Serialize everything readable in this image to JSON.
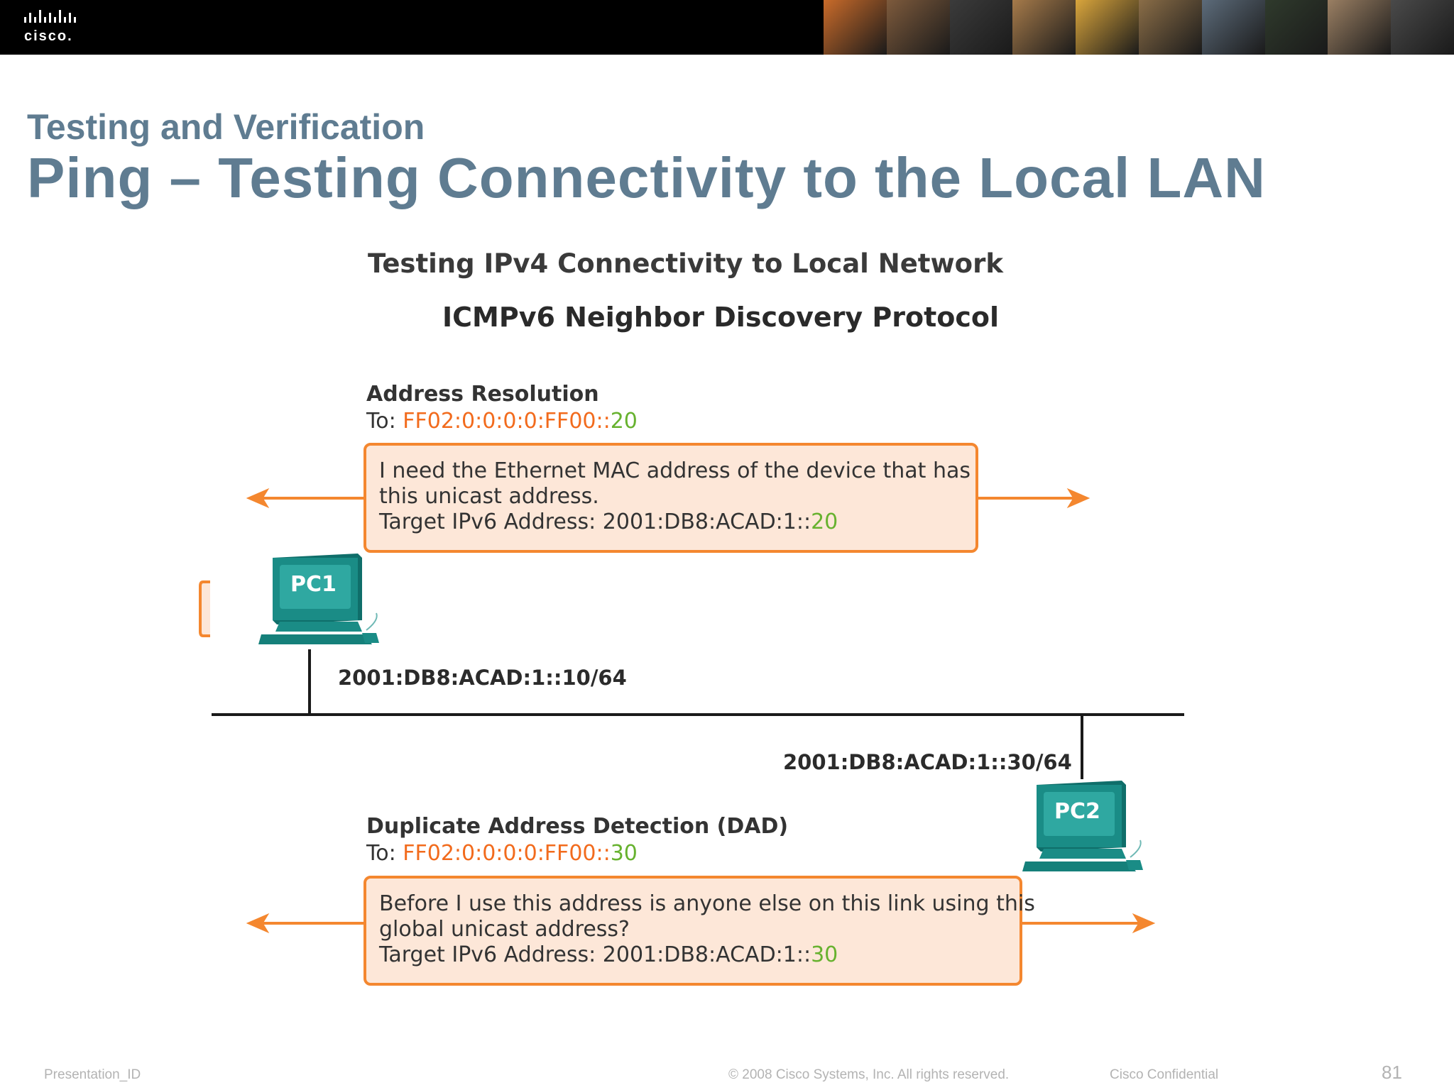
{
  "header": {
    "logo_text": "cisco.",
    "photo_colors": [
      "#c96b2a",
      "#7d5a3c",
      "#3b3b3b",
      "#a57a4a",
      "#d9a53c",
      "#8a6d47",
      "#5c6b7a",
      "#2f3a2c",
      "#9a7f63",
      "#4a4a4a"
    ]
  },
  "slide": {
    "subtitle": "Testing and Verification",
    "title": "Ping – Testing Connectivity to the Local LAN"
  },
  "diagram": {
    "title": "Testing IPv4 Connectivity to Local Network",
    "subtitle": "ICMPv6 Neighbor Discovery Protocol",
    "address_resolution": {
      "heading": "Address Resolution",
      "to_prefix": "To: ",
      "to_orange": "FF02:0:0:0:0:FF00",
      "to_sep": "::",
      "to_green": "20",
      "line1": "I need the Ethernet MAC address of the device that has",
      "line2": "this unicast address.",
      "line3_prefix": "Target IPv6 Address: 2001:DB8:ACAD:1::",
      "line3_green": "20"
    },
    "dad": {
      "heading": "Duplicate Address Detection (DAD)",
      "to_prefix": "To: ",
      "to_orange": "FF02:0:0:0:0:FF00",
      "to_sep": "::",
      "to_green": "30",
      "line1": "Before I use this address is anyone else on this link using this",
      "line2": "global unicast address?",
      "line3_prefix": "Target IPv6 Address: 2001:DB8:ACAD:1::",
      "line3_green": "30"
    },
    "pc1": {
      "label": "PC1",
      "address": "2001:DB8:ACAD:1::10/64"
    },
    "pc2": {
      "label": "PC2",
      "address": "2001:DB8:ACAD:1::30/64"
    },
    "colors": {
      "orange_accent": "#f4872f",
      "box_fill": "#fde7d8",
      "pc_teal": "#1a8c86",
      "title_blue": "#5f7c91"
    }
  },
  "footer": {
    "presentation_id": "Presentation_ID",
    "copyright": "© 2008 Cisco Systems, Inc. All rights reserved.",
    "confidential": "Cisco Confidential",
    "page_number": "81"
  }
}
